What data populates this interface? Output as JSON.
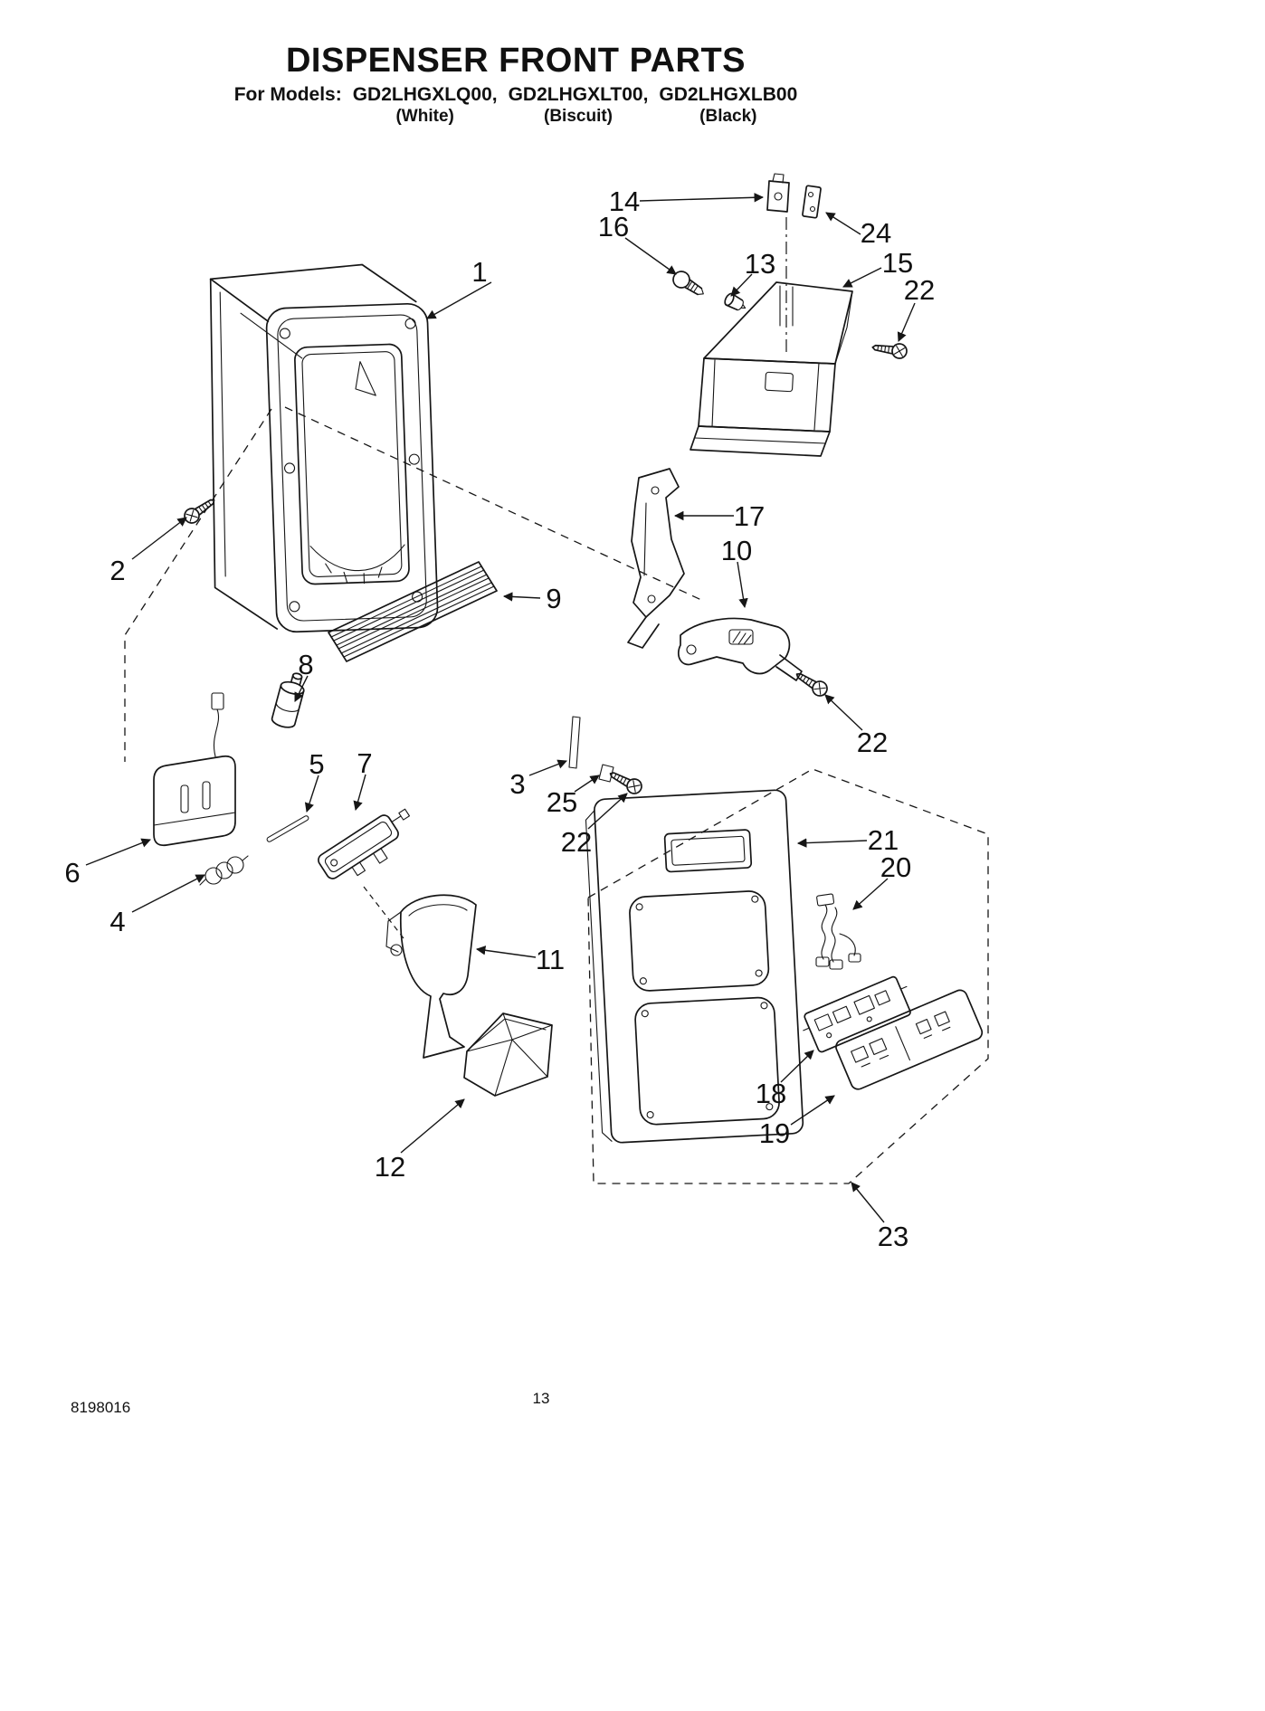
{
  "header": {
    "title": "DISPENSER FRONT PARTS",
    "models_prefix": "For Models:",
    "models": [
      {
        "number": "GD2LHGXLQ00,",
        "color": "(White)"
      },
      {
        "number": "GD2LHGXLT00,",
        "color": "(Biscuit)"
      },
      {
        "number": "GD2LHGXLB00",
        "color": "(Black)"
      }
    ]
  },
  "callouts": [
    {
      "id": "callout-1",
      "label": "1"
    },
    {
      "id": "callout-2",
      "label": "2"
    },
    {
      "id": "callout-3",
      "label": "3"
    },
    {
      "id": "callout-4",
      "label": "4"
    },
    {
      "id": "callout-5",
      "label": "5"
    },
    {
      "id": "callout-6",
      "label": "6"
    },
    {
      "id": "callout-7",
      "label": "7"
    },
    {
      "id": "callout-8",
      "label": "8"
    },
    {
      "id": "callout-9",
      "label": "9"
    },
    {
      "id": "callout-10",
      "label": "10"
    },
    {
      "id": "callout-11",
      "label": "11"
    },
    {
      "id": "callout-12",
      "label": "12"
    },
    {
      "id": "callout-13",
      "label": "13"
    },
    {
      "id": "callout-14",
      "label": "14"
    },
    {
      "id": "callout-15",
      "label": "15"
    },
    {
      "id": "callout-16",
      "label": "16"
    },
    {
      "id": "callout-17",
      "label": "17"
    },
    {
      "id": "callout-18",
      "label": "18"
    },
    {
      "id": "callout-19",
      "label": "19"
    },
    {
      "id": "callout-20",
      "label": "20"
    },
    {
      "id": "callout-21",
      "label": "21"
    },
    {
      "id": "callout-22-top",
      "label": "22"
    },
    {
      "id": "callout-22-right",
      "label": "22"
    },
    {
      "id": "callout-22-mid",
      "label": "22"
    },
    {
      "id": "callout-23",
      "label": "23"
    },
    {
      "id": "callout-24",
      "label": "24"
    },
    {
      "id": "callout-25",
      "label": "25"
    }
  ],
  "footer": {
    "doc_number": "8198016",
    "page_number": "13"
  }
}
